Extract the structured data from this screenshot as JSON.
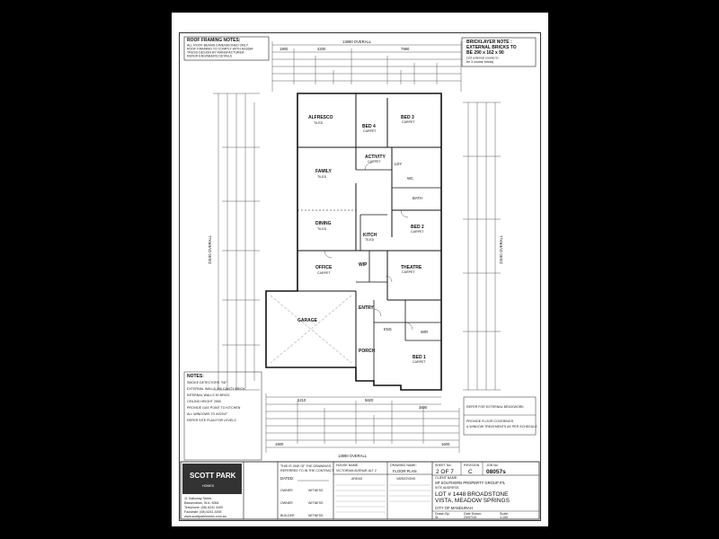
{
  "roof_notes": {
    "title": "ROOF FRAMING NOTES:",
    "lines": [
      "ALL ROOF BEAMS DIMENSIONED ONLY",
      "ROOF FRAMING TO COMPLY WITH AS1684",
      "TRUSS DESIGN BY MANUFACTURER",
      "REFER ENGINEERS DETAILS"
    ]
  },
  "brick_note": {
    "l1": "BRICKLAYER NOTE :",
    "l2": "EXTERNAL BRICKS TO",
    "l3": "BE 290 x 162 x 90",
    "l4": "(1st external course to",
    "l5": "be 3 course bricks)"
  },
  "dims": {
    "top_total": "13890 OVERALL",
    "top_a": "1900",
    "top_b": "4200",
    "top_c": "7990",
    "bottom_total": "13890 OVERALL",
    "bottom_a": "5210",
    "bottom_b": "5820",
    "bottom_c": "3890",
    "left_total": "23190 OVERALL",
    "right_total": "23190 OVERALL",
    "bot_small": "1900",
    "bot_small2": "1600"
  },
  "rooms": {
    "alfresco": "ALFRESCO",
    "alfresco_sub": "TILED",
    "bed3": "BED 3",
    "bed3_sub": "CARPET",
    "bed4": "BED 4",
    "bed4_sub": "CARPET",
    "family": "FAMILY",
    "family_sub": "TILED",
    "activity": "ACTIVITY",
    "activity_sub": "CARPET",
    "bed2": "BED 2",
    "bed2_sub": "CARPET",
    "dining": "DINING",
    "dining_sub": "TILED",
    "kitchen": "KITCH",
    "kitchen_sub": "TILED",
    "office": "OFFICE",
    "office_sub": "CARPET",
    "wip": "WIP",
    "theatre": "THEATRE",
    "theatre_sub": "CARPET",
    "garage": "GARAGE",
    "entry": "ENTRY",
    "porch": "PORCH",
    "bed1": "BED 1",
    "bed1_sub": "CARPET",
    "ens": "ENS",
    "wir": "WIR",
    "wc": "WC",
    "bath": "BATH",
    "ldy": "LDY"
  },
  "notes_box": {
    "title": "NOTES:",
    "lines": [
      "SMOKE DETECTORS \"SD\"",
      "EXTERNAL WALLS 290 CAVITY BRICK",
      "INTERNAL WALLS 90 BRICK",
      "CEILING HEIGHT 2550",
      "PROVIDE GAS POINT TO KITCHEN",
      "ALL WINDOWS TO AS2047",
      "REFER SITE PLAN FOR LEVELS"
    ]
  },
  "legend": {
    "l1": "REFER FOR EXTERNAL BRICKWORK",
    "l2": "PROVIDE FLOOR COVERINGS",
    "l3": "& WINDOW TREATMENTS AS PER SCHEDULE"
  },
  "title_block": {
    "company": "SCOTT PARK",
    "company_sub": "HOMES",
    "address1": "11 Galloway Street,",
    "address2": "Bassendean, W.A. 6054",
    "phone": "Telephone: (08) 6241 4400",
    "fax": "Facsimile: (08) 6241 4455",
    "web": "www.scottparkhomes.com.au",
    "contract_l1": "THIS IS ONE OF THE DRAWINGS",
    "contract_l2": "REFERRED TO IN THE CONTRACT",
    "dated": "DATED:",
    "owner": "OWNER",
    "witness": "WITNESS",
    "builder": "BUILDER",
    "house_name_label": "HOUSE NAME:",
    "house_name": "VICTORIAN AVENUE ALT 2",
    "drawing_name_label": "DRAWING NAME:",
    "drawing_name": "FLOOR PLAN",
    "areas_label": "AREAS",
    "variations_label": "VARIATIONS",
    "sheet_label": "SHEET No:",
    "sheet": "2 OF 7",
    "revision_label": "REVISION",
    "revision": "C",
    "job_label": "JOB No:",
    "job": "08057s",
    "client_label": "CLIENT NAME:",
    "client": "SP SOUTHERN PROPERTY GROUP P/L",
    "site_label": "SITE ADDRESS:",
    "lot": "LOT # 1448 BROADSTONE",
    "vista": "VISTA, MEADOW SPRINGS",
    "city": "CITY OF MANDURAH",
    "drawn_label": "Drawn By:",
    "drawn": "SL",
    "date_label": "Date Drawn:",
    "date": "23/07/10",
    "scale_label": "Scale:",
    "scale": "1:100"
  }
}
